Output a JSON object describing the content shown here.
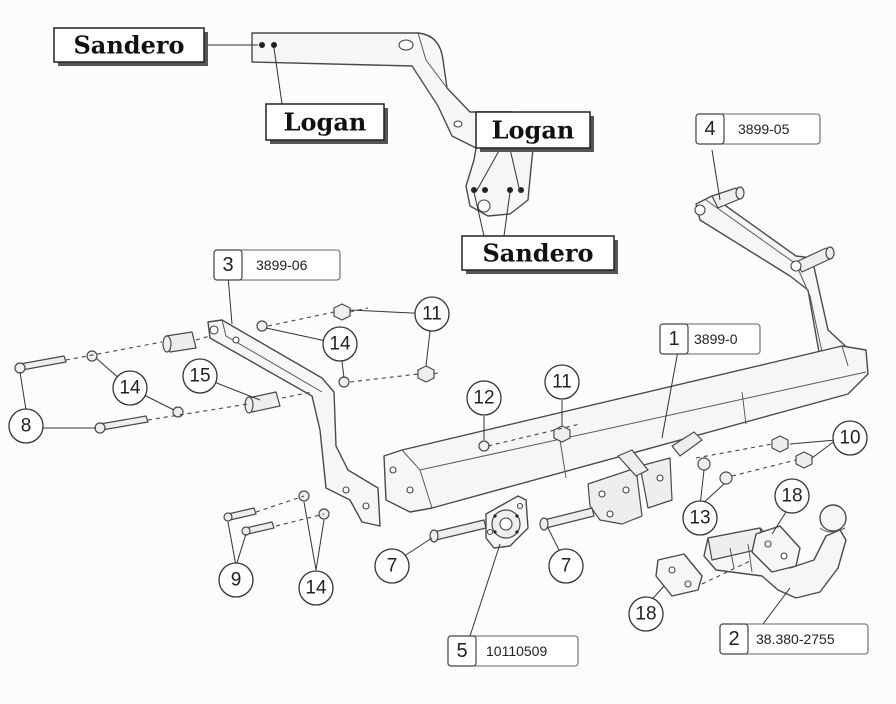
{
  "models": {
    "sandero_top": "Sandero",
    "logan_left": "Logan",
    "logan_right": "Logan",
    "sandero_bottom": "Sandero"
  },
  "codes": {
    "part1": {
      "num": "1",
      "code": "3899-0"
    },
    "part2": {
      "num": "2",
      "code": "38.380-2755"
    },
    "part3": {
      "num": "3",
      "code": "3899-06"
    },
    "part4": {
      "num": "4",
      "code": "3899-05"
    },
    "part5": {
      "num": "5",
      "code": "10110509"
    }
  },
  "callouts": {
    "c7a": "7",
    "c7b": "7",
    "c8": "8",
    "c9": "9",
    "c10": "10",
    "c11a": "11",
    "c11b": "11",
    "c12": "12",
    "c13": "13",
    "c14a": "14",
    "c14b": "14",
    "c14c": "14",
    "c15": "15",
    "c18a": "18",
    "c18b": "18"
  }
}
